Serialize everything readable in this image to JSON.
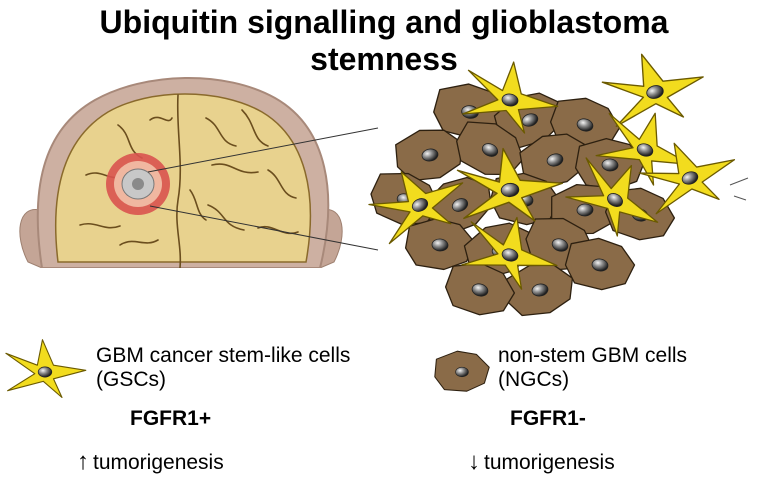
{
  "title": {
    "line1": "Ubiquitin signalling and glioblastoma",
    "line2": "stemness"
  },
  "legend": {
    "gsc": {
      "line1": "GBM cancer stem-like cells",
      "line2": "(GSCs)",
      "marker": "FGFR1+",
      "effect_arrow": "↑",
      "effect": "tumorigenesis",
      "color": "#f2dc1e"
    },
    "ngc": {
      "line1": "non-stem GBM cells",
      "line2": "(NGCs)",
      "marker": "FGFR1-",
      "effect_arrow": "↓",
      "effect": "tumorigenesis",
      "color": "#8a6b48"
    }
  },
  "colors": {
    "brain": "#e8d28e",
    "skull": "#c9ad9f",
    "tumor_ring": "#d9534f",
    "nucleus": "#555555"
  }
}
